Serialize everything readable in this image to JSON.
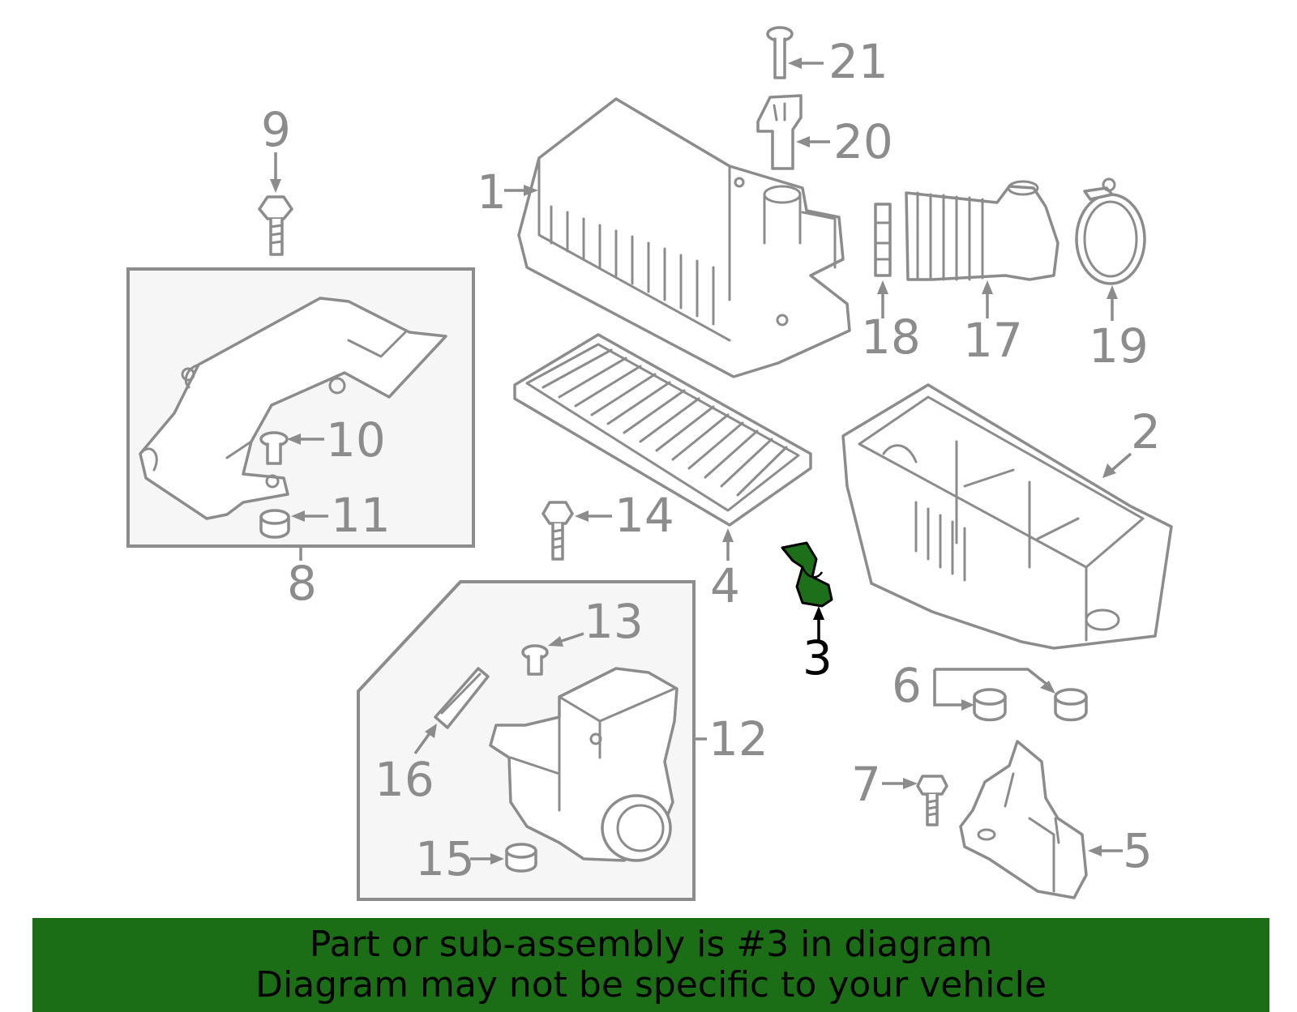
{
  "callouts": [
    {
      "id": "1",
      "text": "1"
    },
    {
      "id": "2",
      "text": "2"
    },
    {
      "id": "3",
      "text": "3"
    },
    {
      "id": "4",
      "text": "4"
    },
    {
      "id": "5",
      "text": "5"
    },
    {
      "id": "6",
      "text": "6"
    },
    {
      "id": "7",
      "text": "7"
    },
    {
      "id": "8",
      "text": "8"
    },
    {
      "id": "9",
      "text": "9"
    },
    {
      "id": "10",
      "text": "10"
    },
    {
      "id": "11",
      "text": "11"
    },
    {
      "id": "12",
      "text": "12"
    },
    {
      "id": "13",
      "text": "13"
    },
    {
      "id": "14",
      "text": "14"
    },
    {
      "id": "15",
      "text": "15"
    },
    {
      "id": "16",
      "text": "16"
    },
    {
      "id": "17",
      "text": "17"
    },
    {
      "id": "18",
      "text": "18"
    },
    {
      "id": "19",
      "text": "19"
    },
    {
      "id": "20",
      "text": "20"
    },
    {
      "id": "21",
      "text": "21"
    }
  ],
  "highlighted_part": "3",
  "colors": {
    "highlight_fill": "#1e6f1a",
    "banner_background": "#1b6e16",
    "line_art": "#8c8c8c",
    "subassembly_box": "#f6f6f6"
  },
  "banner": {
    "line1": "Part or sub-assembly is #3 in diagram",
    "line2": "Diagram may not be specific to your vehicle"
  }
}
